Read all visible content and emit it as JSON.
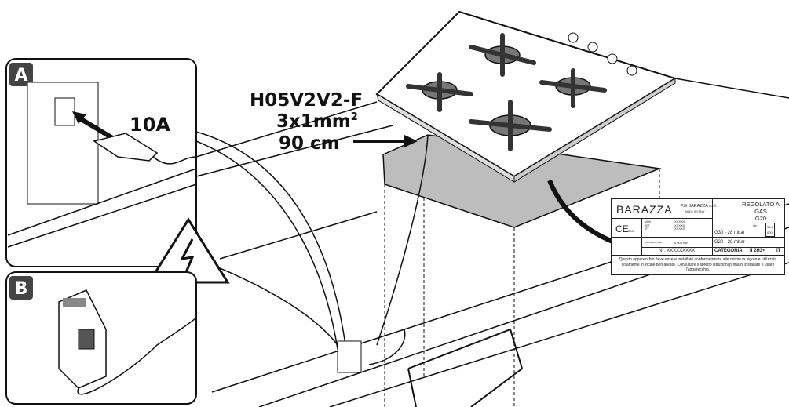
{
  "panels": {
    "a_label": "A",
    "b_label": "B",
    "current": "10A"
  },
  "cable": {
    "type": "H05V2V2-F",
    "section": "3x1mm",
    "section_sup": "2",
    "length": "90 cm"
  },
  "plate": {
    "brand": "BARAZZA",
    "company": "F.lli BARAZZA s.r.l.",
    "made_in": "MADE IN ITALY",
    "regulated": "REGOLATO A",
    "gas": "GAS",
    "gas_type": "G20",
    "ce": "CE",
    "ce_number": "0051",
    "mod": "MOD",
    "art": "ART",
    "n": "N°",
    "placeholder": "XXXXX",
    "voltage": "220V-240V 50Hz",
    "power": "0.000 Kw",
    "g30": "G30 - 28 mbar",
    "g20": "G20 - 20 mbar",
    "qn": "Qn",
    "qn_val1": "00.0",
    "qn_val2": "000",
    "serial": "N°: XXXXXXXXX",
    "categoria": "CATEGORIA",
    "category_value": "II 2H3+",
    "country": "IT",
    "notice": "Questo apparecchio deve essere installato conformemente alle norme in vigore e utilizzato solamente in locale ben areato. Consultare il libretto istruzioni prima di installare e usare l'apparecchio."
  },
  "colors": {
    "line": "#111111",
    "cutout": "#bdbdbd",
    "panel_label": "#444444"
  }
}
